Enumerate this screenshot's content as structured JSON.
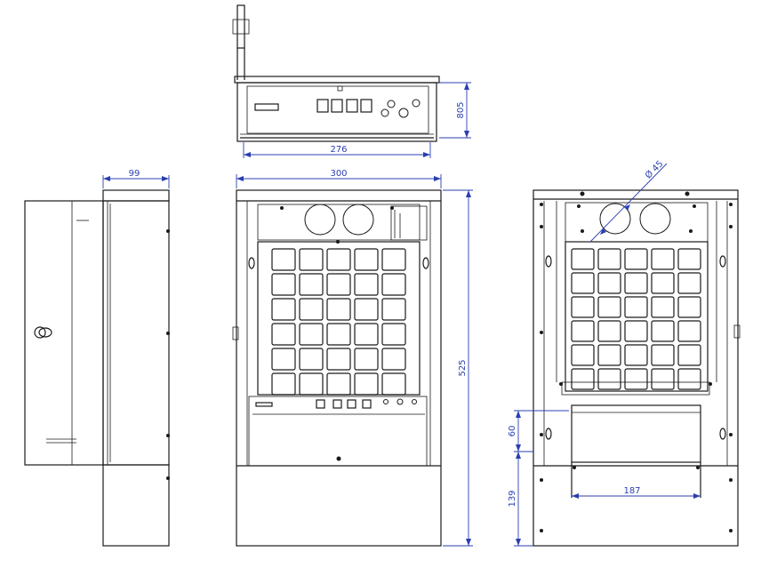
{
  "dimensions": {
    "top_depth": "805",
    "top_width": "276",
    "side_depth": "99",
    "front_width": "300",
    "front_height": "525",
    "hole_diameter": "Ø 45",
    "gap_height": "60",
    "base_height": "139",
    "base_width": "187"
  },
  "colors": {
    "line": "#1a1a1a",
    "dimension": "#2a3fb0",
    "background": "#ffffff"
  }
}
